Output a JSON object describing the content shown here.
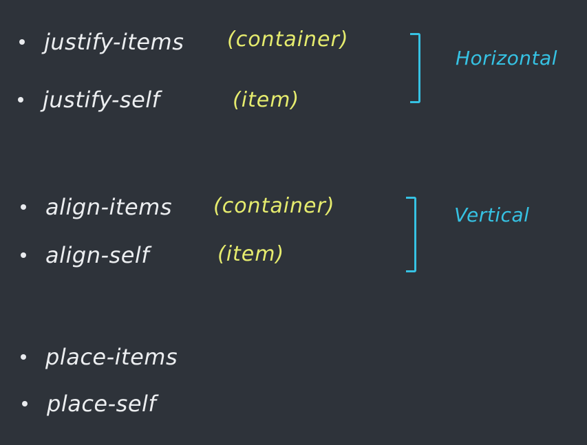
{
  "groups": [
    {
      "items": [
        {
          "property": "justify-items",
          "role": "(container)"
        },
        {
          "property": "justify-self",
          "role": "(item)"
        }
      ],
      "axis": "Horizontal"
    },
    {
      "items": [
        {
          "property": "align-items",
          "role": "(container)"
        },
        {
          "property": "align-self",
          "role": "(item)"
        }
      ],
      "axis": "Vertical"
    },
    {
      "items": [
        {
          "property": "place-items"
        },
        {
          "property": "place-self"
        }
      ]
    }
  ],
  "colors": {
    "background": "#2e333a",
    "property_text": "#eceef0",
    "role_text": "#e6ec6e",
    "axis_text": "#36c2e3"
  }
}
